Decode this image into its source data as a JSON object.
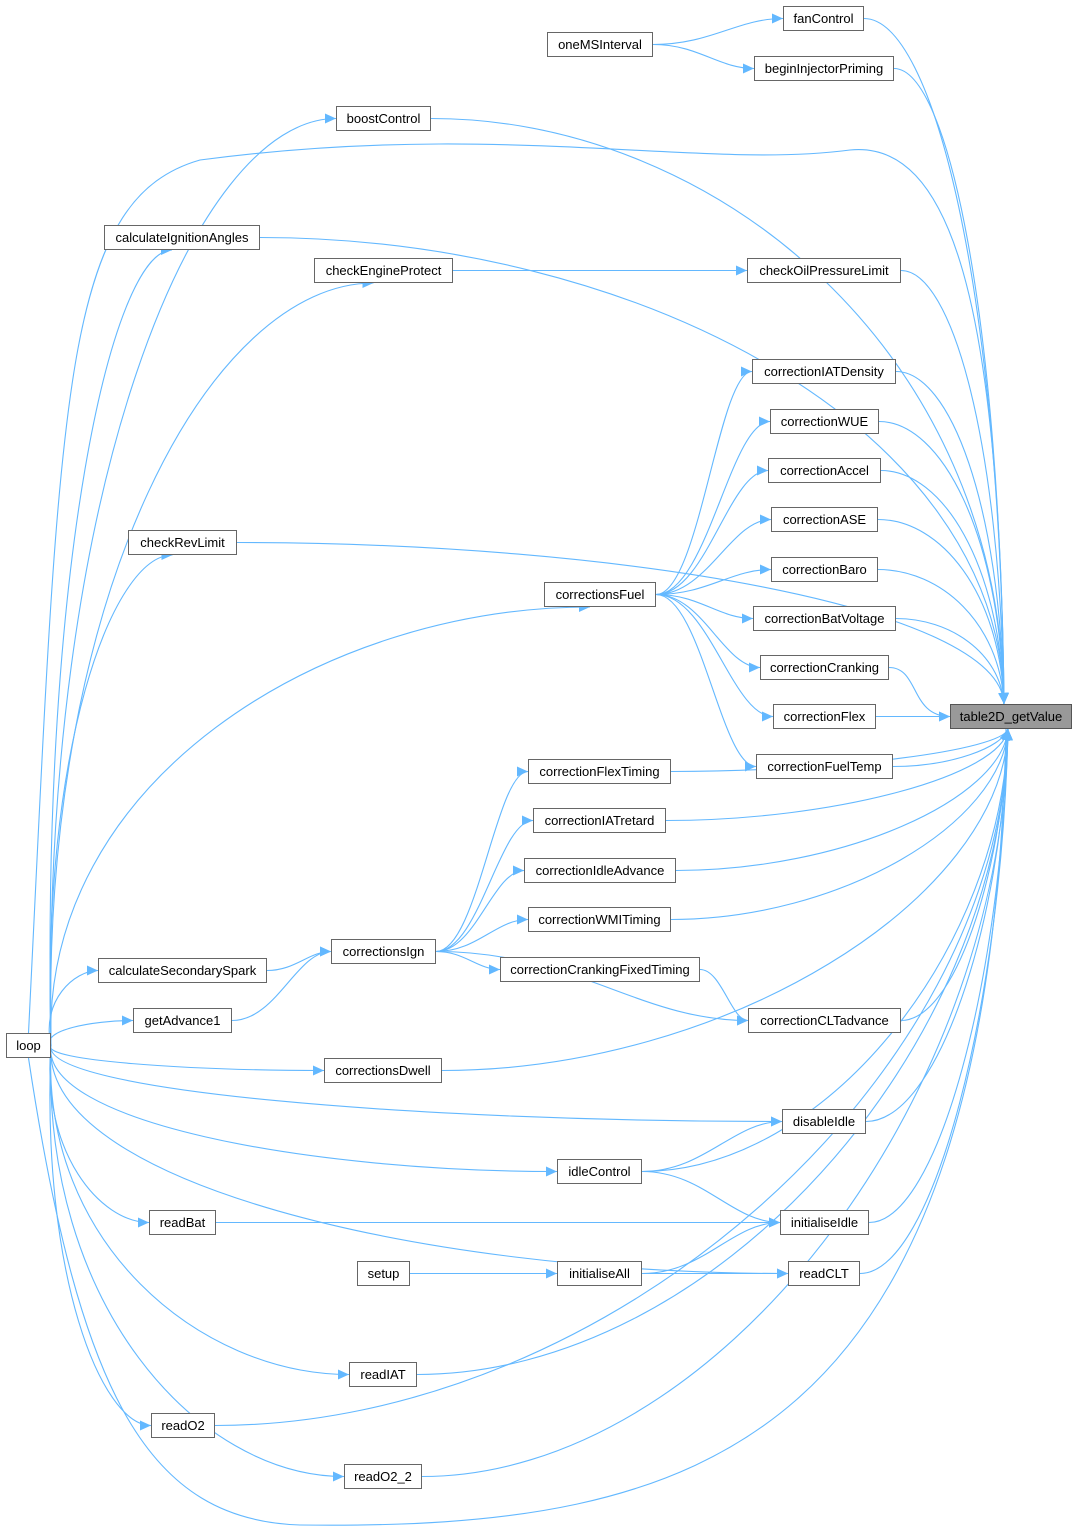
{
  "colors": {
    "edge": "#63b8ff",
    "node_border": "#666666",
    "target_fill": "#999999"
  },
  "nodes": {
    "fanControl": "fanControl",
    "oneMSInterval": "oneMSInterval",
    "beginInjectorPriming": "beginInjectorPriming",
    "boostControl": "boostControl",
    "calculateIgnitionAngles": "calculateIgnitionAngles",
    "checkEngineProtect": "checkEngineProtect",
    "checkOilPressureLimit": "checkOilPressureLimit",
    "correctionIATDensity": "correctionIATDensity",
    "correctionWUE": "correctionWUE",
    "correctionAccel": "correctionAccel",
    "checkRevLimit": "checkRevLimit",
    "correctionASE": "correctionASE",
    "correctionBaro": "correctionBaro",
    "correctionsFuel": "correctionsFuel",
    "correctionBatVoltage": "correctionBatVoltage",
    "correctionCranking": "correctionCranking",
    "correctionFlex": "correctionFlex",
    "table2D_getValue": "table2D_getValue",
    "correctionFuelTemp": "correctionFuelTemp",
    "correctionFlexTiming": "correctionFlexTiming",
    "correctionIATretard": "correctionIATretard",
    "correctionIdleAdvance": "correctionIdleAdvance",
    "correctionWMITiming": "correctionWMITiming",
    "correctionsIgn": "correctionsIgn",
    "calculateSecondarySpark": "calculateSecondarySpark",
    "correctionCrankingFixedTiming": "correctionCrankingFixedTiming",
    "getAdvance1": "getAdvance1",
    "correctionCLTadvance": "correctionCLTadvance",
    "loop": "loop",
    "correctionsDwell": "correctionsDwell",
    "disableIdle": "disableIdle",
    "idleControl": "idleControl",
    "readBat": "readBat",
    "initialiseIdle": "initialiseIdle",
    "setup": "setup",
    "initialiseAll": "initialiseAll",
    "readCLT": "readCLT",
    "readIAT": "readIAT",
    "readO2": "readO2",
    "readO2_2": "readO2_2"
  }
}
